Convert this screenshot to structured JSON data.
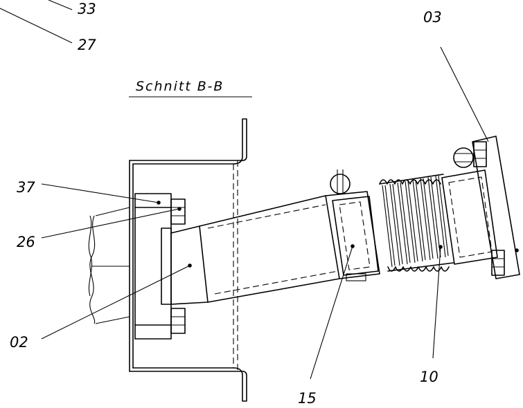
{
  "drawing": {
    "section_title": "Schnitt B-B",
    "labels": {
      "l33": "33",
      "l27": "27",
      "l03": "03",
      "l37": "37",
      "l26": "26",
      "l02": "02",
      "l15": "15",
      "l10": "10"
    }
  }
}
